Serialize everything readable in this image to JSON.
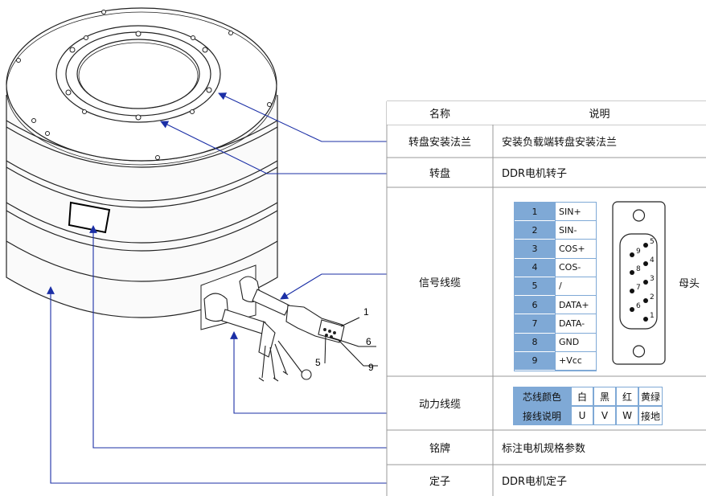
{
  "table": {
    "header": {
      "name": "名称",
      "desc": "说明"
    },
    "rows": [
      {
        "name": "转盘安装法兰",
        "desc": "安装负载端转盘安装法兰"
      },
      {
        "name": "转盘",
        "desc": "DDR电机转子"
      },
      {
        "name": "信号线缆",
        "desc": ""
      },
      {
        "name": "动力线缆",
        "desc": ""
      },
      {
        "name": "铭牌",
        "desc": "标注电机规格参数"
      },
      {
        "name": "定子",
        "desc": "DDR电机定子"
      }
    ]
  },
  "signal_pins": [
    {
      "num": "1",
      "label": "SIN+"
    },
    {
      "num": "2",
      "label": "SIN-"
    },
    {
      "num": "3",
      "label": "COS+"
    },
    {
      "num": "4",
      "label": "COS-"
    },
    {
      "num": "5",
      "label": "/"
    },
    {
      "num": "6",
      "label": "DATA+"
    },
    {
      "num": "7",
      "label": "DATA-"
    },
    {
      "num": "8",
      "label": "GND"
    },
    {
      "num": "9",
      "label": "+Vcc"
    }
  ],
  "connector": {
    "label": "母头",
    "pins_left": [
      "9",
      "8",
      "7",
      "6"
    ],
    "pins_right": [
      "5",
      "4",
      "3",
      "2",
      "1"
    ]
  },
  "power": {
    "row1": [
      "芯线颜色",
      "白",
      "黑",
      "红",
      "黄绿"
    ],
    "row2": [
      "接线说明",
      "U",
      "V",
      "W",
      "接地"
    ]
  },
  "callouts": [
    "1",
    "6",
    "5",
    "9"
  ],
  "colors": {
    "pin_fill": "#7fa9d6",
    "leader": "#1b2fa6",
    "border": "#999999"
  }
}
